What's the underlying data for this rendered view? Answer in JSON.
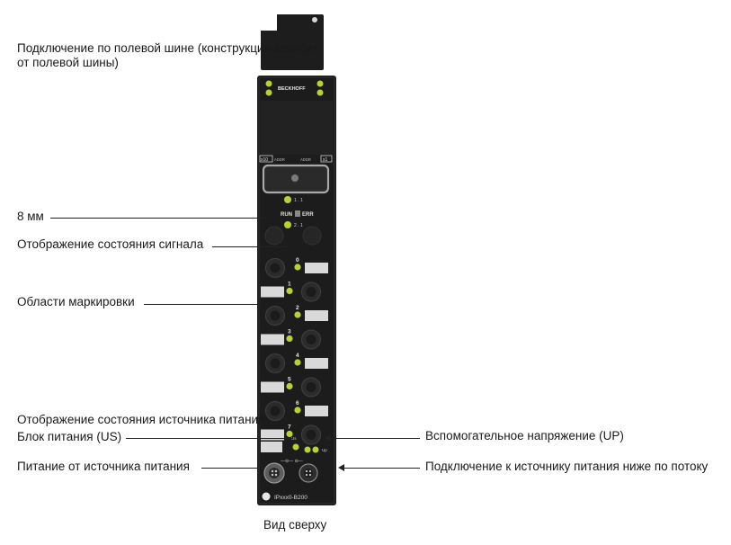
{
  "labels": {
    "fieldbus": [
      "Подключение по полевой шине (конструкция зависит",
      "от полевой шины)"
    ],
    "width": "8 мм",
    "signal_status": "Отображение состояния сигнала",
    "marking": "Области маркировки",
    "power_status": "Отображение состояния источника питания:",
    "power_unit": "Блок питания (US)",
    "power_supply": "Питание от источника питания",
    "aux_voltage": "Вспомогательное напряжение (UP)",
    "downstream": "Подключение к источнику питания ниже по потоку",
    "caption": "Вид сверху"
  },
  "module": {
    "brand": "BECKHOFF",
    "run": "RUN",
    "err": "ERR",
    "x10": "x10",
    "x1": "x1",
    "addr_left": "ADDR",
    "addr_right": "ADDR",
    "ch_numbers": [
      "0",
      "1",
      "2",
      "3",
      "4",
      "5",
      "6",
      "7"
    ],
    "us": "Us",
    "up": "Up",
    "model": "IPxxx0-B200"
  },
  "colors": {
    "housing": "#1c1c1c",
    "led": "#b5d433",
    "marker": "#d9d9d9"
  }
}
